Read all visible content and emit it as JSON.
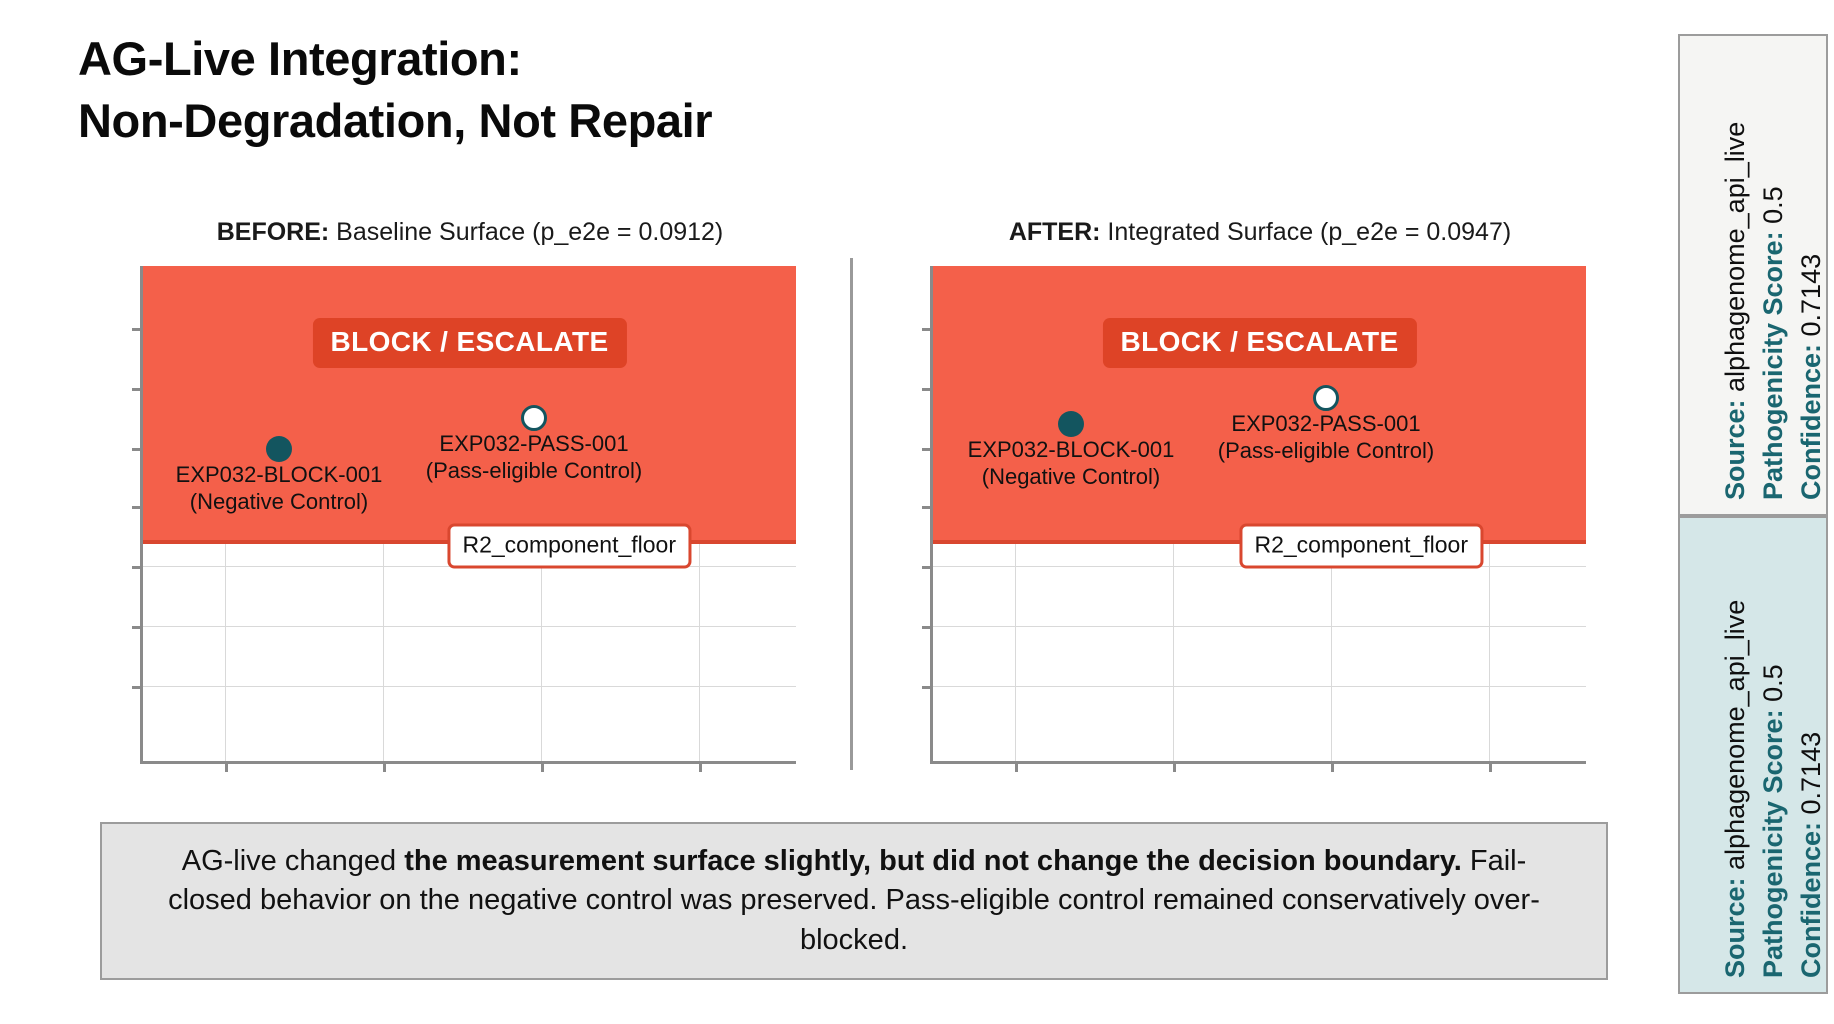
{
  "slide": {
    "title_line1": "AG-Live Integration:",
    "title_line2": "Non-Degradation, Not Repair"
  },
  "panels": {
    "before": {
      "head_prefix": "BEFORE:",
      "head_rest": " Baseline Surface (p_e2e = 0.0912)",
      "badge": "BLOCK / ESCALATE",
      "floor_label": "R2_component_floor",
      "points": [
        {
          "id": "EXP032-BLOCK-001",
          "label_line1": "EXP032-BLOCK-001",
          "label_line2": "(Negative Control)",
          "marker": "filled"
        },
        {
          "id": "EXP032-PASS-001",
          "label_line1": "EXP032-PASS-001",
          "label_line2": "(Pass-eligible Control)",
          "marker": "open"
        }
      ]
    },
    "after": {
      "head_prefix": "AFTER:",
      "head_rest": " Integrated Surface (p_e2e = 0.0947)",
      "badge": "BLOCK / ESCALATE",
      "floor_label": "R2_component_floor",
      "points": [
        {
          "id": "EXP032-BLOCK-001",
          "label_line1": "EXP032-BLOCK-001",
          "label_line2": "(Negative Control)",
          "marker": "filled"
        },
        {
          "id": "EXP032-PASS-001",
          "label_line1": "EXP032-PASS-001",
          "label_line2": "(Pass-eligible Control)",
          "marker": "open"
        }
      ]
    }
  },
  "caption": {
    "seg1": "AG-live changed ",
    "seg2_bold": "the measurement surface slightly, but did not change the decision boundary.",
    "seg3": " Fail-closed behavior on the negative control was preserved. Pass-eligible control remained conservatively over-blocked."
  },
  "sidebar": {
    "top": {
      "source_label": "Source:",
      "source_value": " alphagenome_api_live",
      "score_label": "Pathogenicity Score:",
      "score_value": " 0.5",
      "confidence_label": "Confidence:",
      "confidence_value": " 0.7143"
    },
    "bottom": {
      "source_label": "Source:",
      "source_value": " alphagenome_api_live",
      "score_label": "Pathogenicity Score:",
      "score_value": " 0.5",
      "confidence_label": "Confidence:",
      "confidence_value": " 0.7143"
    }
  },
  "colors": {
    "block_region": "#f4604a",
    "block_region_edge": "#d9472f",
    "badge_bg": "#de4326",
    "point_filled": "#13555f",
    "point_open_edge": "#13555f",
    "teal_label": "#1a6670",
    "caption_bg": "#e4e4e4",
    "sidebar_top_bg": "#f5f5f3",
    "sidebar_bottom_bg": "#d5e7e8",
    "grid": "#d9d9d9",
    "axis": "#8a8a8a"
  },
  "chart_data": [
    {
      "type": "scatter",
      "title": "BEFORE: Baseline Surface (p_e2e = 0.0912)",
      "xlabel": "",
      "ylabel": "",
      "xlim": [
        0,
        1
      ],
      "ylim": [
        0,
        1
      ],
      "grid": true,
      "legend": "none",
      "p_e2e": 0.0912,
      "decision_region": {
        "name": "BLOCK / ESCALATE",
        "y_from": 0.28,
        "y_to": 1.0,
        "color": "#f4604a"
      },
      "threshold_line": {
        "name": "R2_component_floor",
        "y": 0.28
      },
      "points": [
        {
          "name": "EXP032-BLOCK-001 (Negative Control)",
          "x": 0.245,
          "y": 0.565,
          "marker": "filled"
        },
        {
          "name": "EXP032-PASS-001 (Pass-eligible Control)",
          "x": 0.71,
          "y": 0.645,
          "marker": "open"
        }
      ]
    },
    {
      "type": "scatter",
      "title": "AFTER: Integrated Surface (p_e2e = 0.0947)",
      "xlabel": "",
      "ylabel": "",
      "xlim": [
        0,
        1
      ],
      "ylim": [
        0,
        1
      ],
      "grid": true,
      "legend": "none",
      "p_e2e": 0.0947,
      "decision_region": {
        "name": "BLOCK / ESCALATE",
        "y_from": 0.285,
        "y_to": 1.0,
        "color": "#f4604a"
      },
      "threshold_line": {
        "name": "R2_component_floor",
        "y": 0.285
      },
      "points": [
        {
          "name": "EXP032-BLOCK-001 (Negative Control)",
          "x": 0.25,
          "y": 0.61,
          "marker": "filled"
        },
        {
          "name": "EXP032-PASS-001 (Pass-eligible Control)",
          "x": 0.715,
          "y": 0.665,
          "marker": "open"
        }
      ]
    }
  ]
}
